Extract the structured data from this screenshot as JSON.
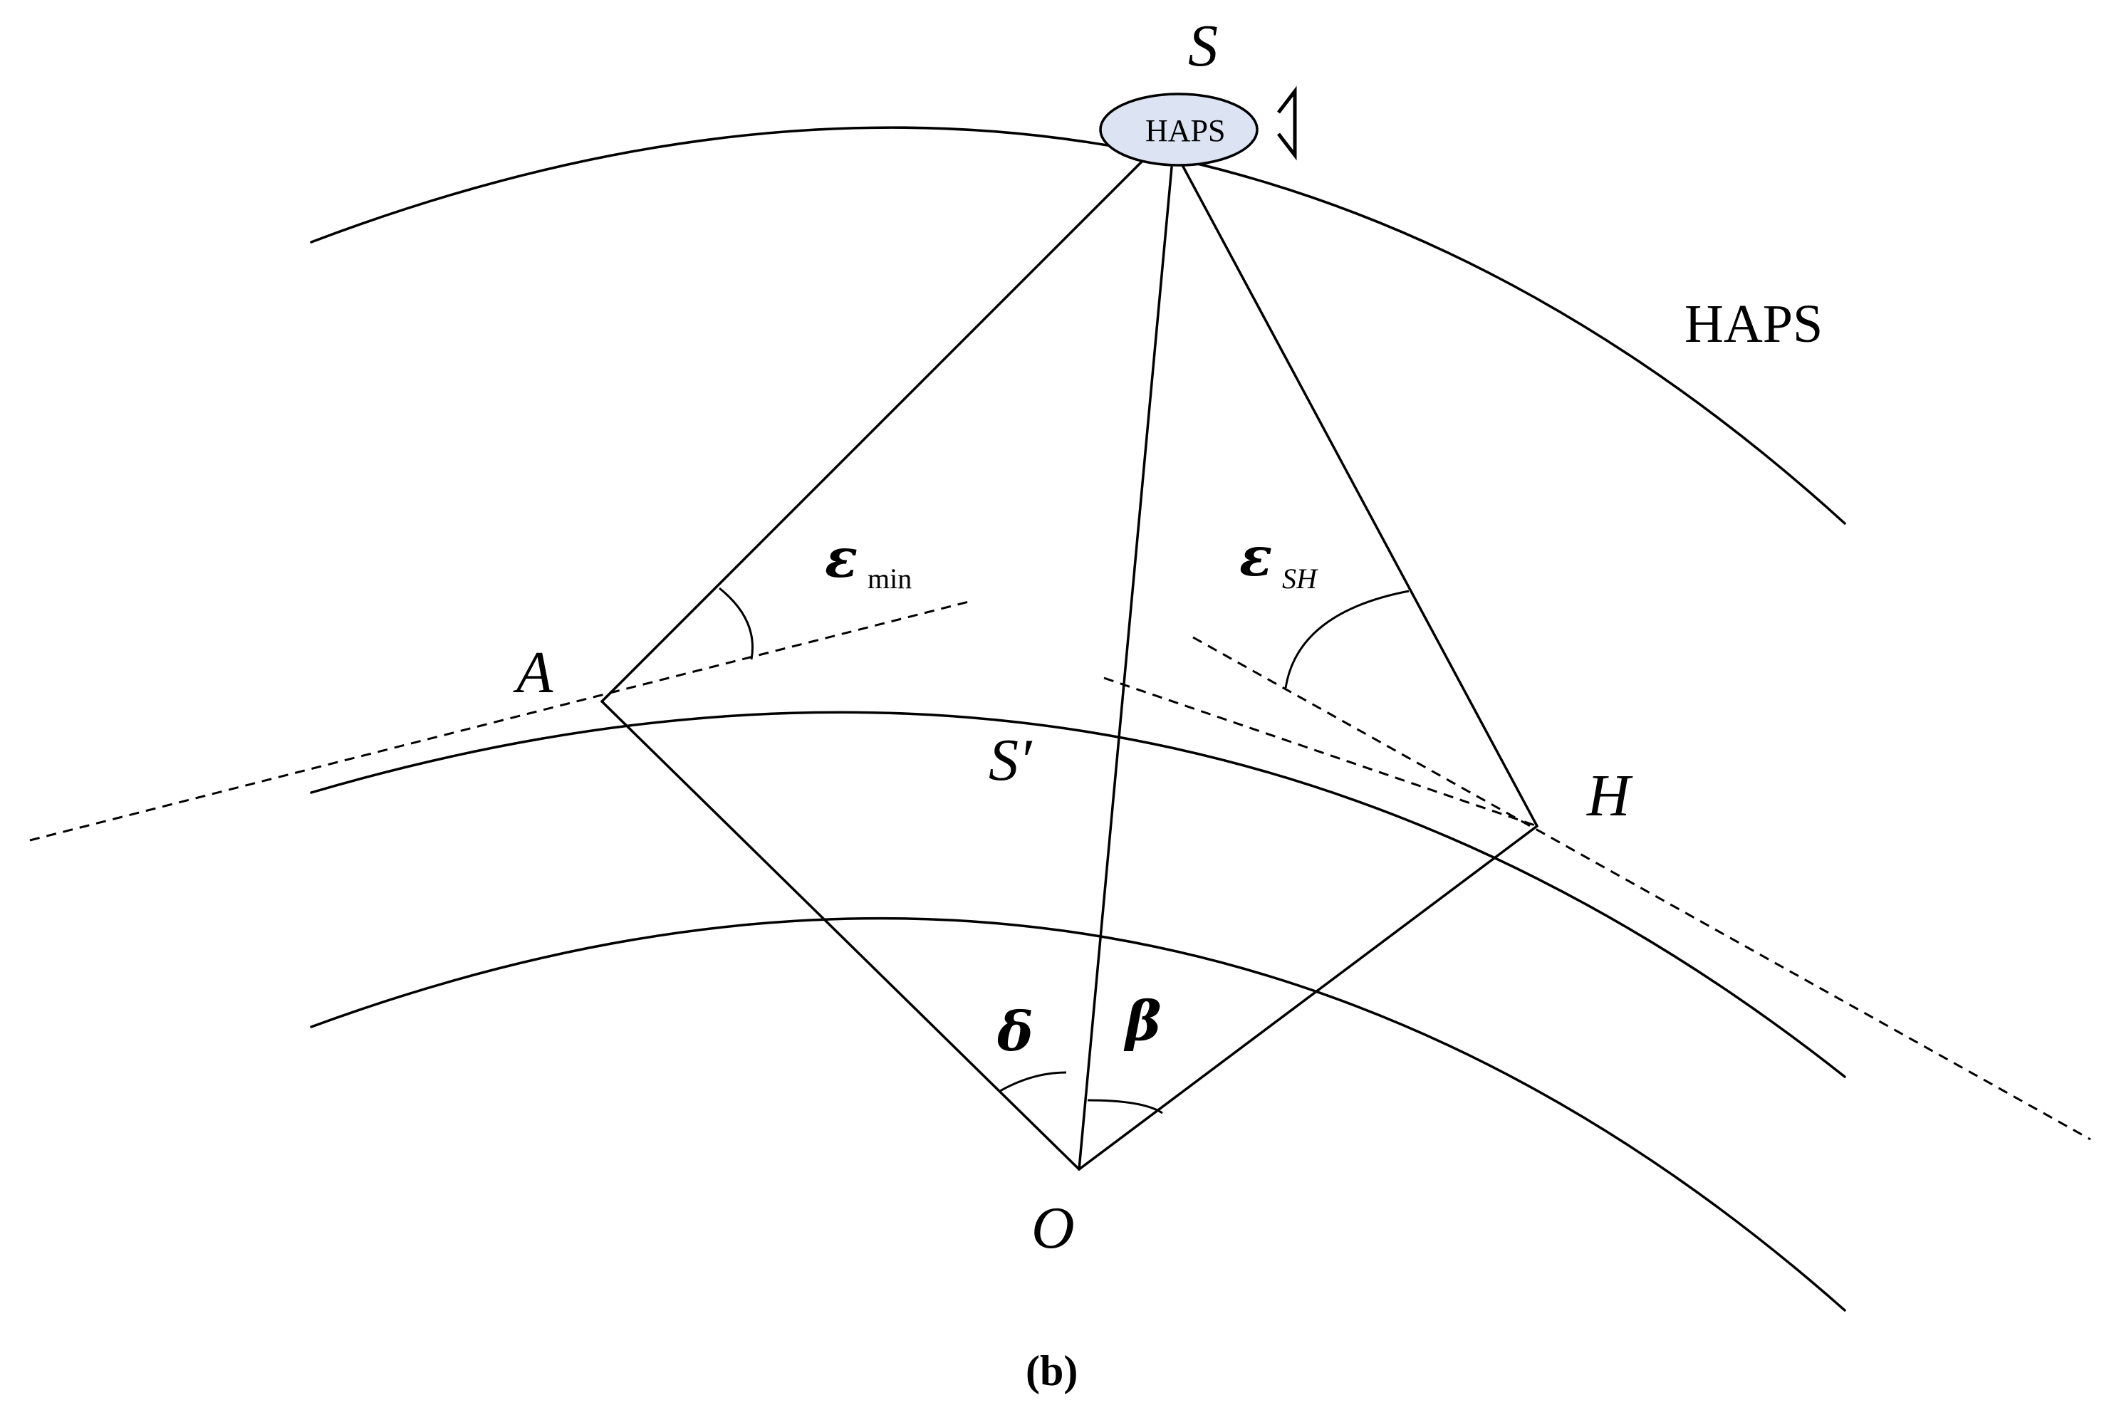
{
  "labels": {
    "S": "S",
    "S_prime": "S′",
    "A": "A",
    "H": "H",
    "O": "O",
    "haps_orbit": "HAPS",
    "haps_node": "HAPS",
    "eps_min_symbol": "ε",
    "eps_min_sub": "min",
    "eps_sh_symbol": "ε",
    "eps_sh_sub": "SH",
    "delta": "δ",
    "beta": "β",
    "caption": "(b)"
  },
  "colors": {
    "haps_node_fill": "#dce3f2",
    "stroke": "#000000"
  },
  "icons": {
    "antenna": "antenna-triangle-icon"
  }
}
